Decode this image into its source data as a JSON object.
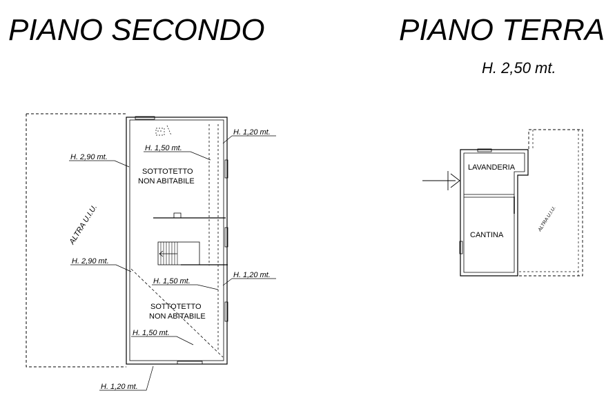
{
  "titles": {
    "left": "PIANO SECONDO",
    "right": "PIANO TERRA",
    "right_height": "H. 2,50 mt."
  },
  "second_floor": {
    "other_unit": "ALTRA U.I.U.",
    "h_290_upper": "H. 2,90 mt.",
    "h_290_lower": "H. 2,90 mt.",
    "h_150_a": "H. 1,50 mt.",
    "h_150_b": "H. 1,50 mt.",
    "h_150_c": "H. 1,50 mt.",
    "h_120_a": "H. 1,20 mt.",
    "h_120_b": "H. 1,20 mt.",
    "h_120_bottom": "H. 1,20 mt.",
    "room_upper_line1": "SOTTOTETTO",
    "room_upper_line2": "NON ABITABILE",
    "room_lower_line1": "SOTTOTETTO",
    "room_lower_line2": "NON ABITABILE"
  },
  "ground_floor": {
    "laundry": "LAVANDERIA",
    "cellar": "CANTINA",
    "other_unit": "ALTRA U.I.U."
  }
}
